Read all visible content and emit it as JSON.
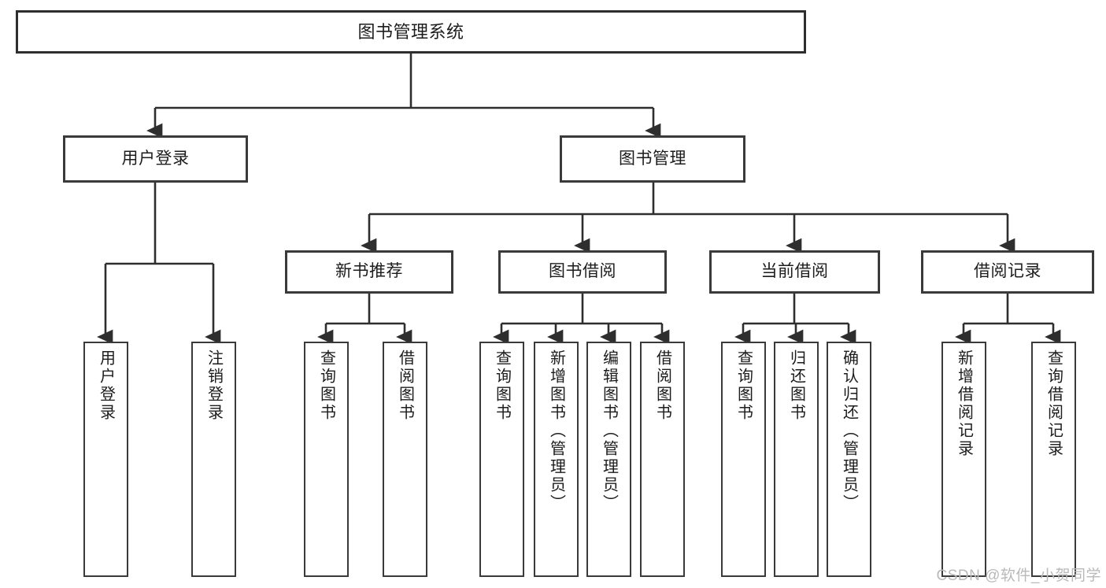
{
  "diagram": {
    "title": "图书管理系统",
    "type": "tree-hierarchy",
    "watermark": "CSDN @软件_小贺同学",
    "colors": {
      "box_border": "#3a3a3a",
      "box_fill": "#ffffff",
      "connector": "#2e2e2e",
      "text": "#1c1c1c",
      "watermark": "#b9b9b9"
    },
    "root": {
      "label": "图书管理系统"
    },
    "level2": [
      {
        "label": "用户登录"
      },
      {
        "label": "图书管理"
      }
    ],
    "level3": [
      {
        "label": "新书推荐"
      },
      {
        "label": "图书借阅"
      },
      {
        "label": "当前借阅"
      },
      {
        "label": "借阅记录"
      }
    ],
    "leaves": {
      "user_login": [
        {
          "label": "用户登录"
        },
        {
          "label": "注销登录"
        }
      ],
      "new_book_recommend": [
        {
          "label": "查询图书"
        },
        {
          "label": "借阅图书"
        }
      ],
      "book_borrow": [
        {
          "label": "查询图书"
        },
        {
          "label": "新增图书（管理员）"
        },
        {
          "label": "编辑图书（管理员）"
        },
        {
          "label": "借阅图书"
        }
      ],
      "current_borrow": [
        {
          "label": "查询图书"
        },
        {
          "label": "归还图书"
        },
        {
          "label": "确认归还（管理员）"
        }
      ],
      "borrow_record": [
        {
          "label": "新增借阅记录"
        },
        {
          "label": "查询借阅记录"
        }
      ]
    }
  }
}
